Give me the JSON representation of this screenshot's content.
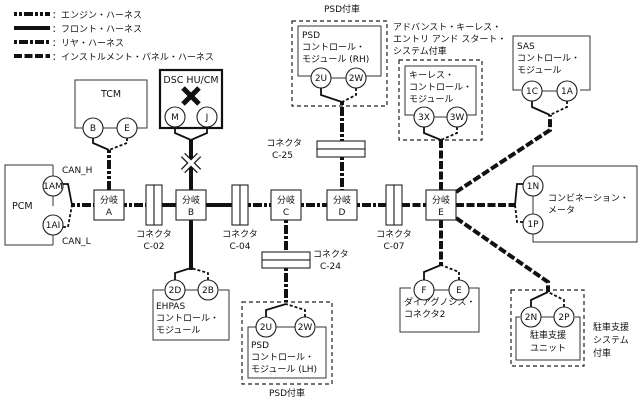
{
  "legend": [
    {
      "style": "engine",
      "label": "：エンジン・ハーネス"
    },
    {
      "style": "front",
      "label": "：フロント・ハーネス"
    },
    {
      "style": "rear",
      "label": "：リヤ・ハーネス"
    },
    {
      "style": "instrument",
      "label": "：インストルメント・パネル・ハーネス"
    }
  ],
  "modules": {
    "pcm": {
      "name": "PCM",
      "pins": [
        "1AM",
        "1AI"
      ],
      "can_h": "CAN_H",
      "can_l": "CAN_L"
    },
    "tcm": {
      "name": "TCM",
      "pins": [
        "B",
        "E"
      ]
    },
    "dsc": {
      "name": "DSC HU/CM",
      "pins": [
        "M",
        "J"
      ],
      "status": "not-connected"
    },
    "psd_rh": {
      "name_1": "PSD",
      "name_2": "コントロール・",
      "name_3": "モジュール (RH)",
      "pins": [
        "2U",
        "2W"
      ],
      "option": "PSD付車"
    },
    "keyless": {
      "name_1": "キーレス・",
      "name_2": "コントロール・",
      "name_3": "モジュール",
      "pins": [
        "3X",
        "3W"
      ],
      "option_1": "アドバンスト・キーレス・",
      "option_2": "エントリ アンド スタート・",
      "option_3": "システム付車"
    },
    "sas": {
      "name_1": "SAS",
      "name_2": "コントロール・",
      "name_3": "モジュール",
      "pins": [
        "1C",
        "1A"
      ]
    },
    "meter": {
      "name_1": "コンビネーション・",
      "name_2": "メータ",
      "pins": [
        "1N",
        "1P"
      ]
    },
    "diag": {
      "name_1": "ダイアグノシス・",
      "name_2": "コネクタ2",
      "pins": [
        "F",
        "E"
      ]
    },
    "park": {
      "name_1": "駐車支援",
      "name_2": "ユニット",
      "pins": [
        "2N",
        "2P"
      ],
      "option_1": "駐車支援",
      "option_2": "システム",
      "option_3": "付車"
    },
    "ehpas": {
      "name_1": "EHPAS",
      "name_2": "コントロール・",
      "name_3": "モジュール",
      "pins": [
        "2D",
        "2B"
      ]
    },
    "psd_lh": {
      "name_1": "PSD",
      "name_2": "コントロール・",
      "name_3": "モジュール (LH)",
      "pins": [
        "2U",
        "2W"
      ],
      "option": "PSD付車"
    }
  },
  "branches": [
    {
      "label": "分岐",
      "id": "A"
    },
    {
      "label": "分岐",
      "id": "B"
    },
    {
      "label": "分岐",
      "id": "C"
    },
    {
      "label": "分岐",
      "id": "D"
    },
    {
      "label": "分岐",
      "id": "E"
    }
  ],
  "connectors": [
    {
      "label": "コネクタ",
      "id": "C-02"
    },
    {
      "label": "コネクタ",
      "id": "C-04"
    },
    {
      "label": "コネクタ",
      "id": "C-07"
    },
    {
      "label": "コネクタ",
      "id": "C-25"
    },
    {
      "label": "コネクタ",
      "id": "C-24"
    }
  ]
}
